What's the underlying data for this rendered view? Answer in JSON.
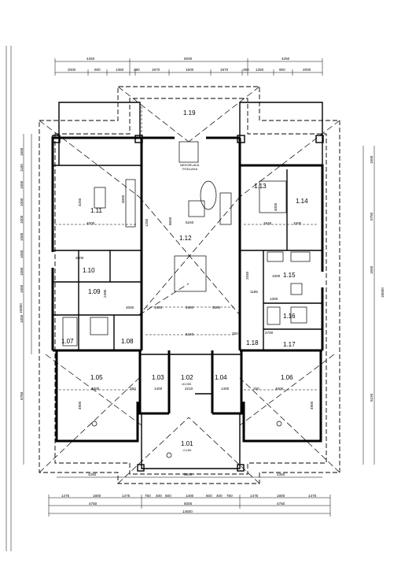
{
  "rooms": {
    "r1_19": "1.19",
    "r1_11": "1.11",
    "r1_12": "1.12",
    "r1_13": "1.13",
    "r1_14": "1.14",
    "r1_10": "1.10",
    "r1_09": "1.09",
    "r1_15": "1.15",
    "r1_16": "1.16",
    "r1_07": "1.07",
    "r1_08": "1.08",
    "r1_18": "1.18",
    "r1_17": "1.17",
    "r1_05": "1.05",
    "r1_03": "1.03",
    "r1_02": "1.02",
    "r1_02_level": "±0,000",
    "r1_04": "1.04",
    "r1_06": "1.06",
    "r1_01": "1.01",
    "r1_01_level": "-0,150"
  },
  "note": {
    "line1": "NEHORLAVÁ",
    "line2": "PODLAHA"
  },
  "dims_top": {
    "overall_a": "4250",
    "overall_b": "6000",
    "overall_c": "4250",
    "s1": "2000",
    "s2": "900",
    "s3": "1350",
    "s4": "380",
    "s5": "1870",
    "s6": "1500",
    "s7": "1870",
    "s8": "380",
    "s9": "1350",
    "s10": "900",
    "s11": "2000"
  },
  "dims_bottom": {
    "b1": "1475",
    "b2": "1800",
    "b3": "1475",
    "b4": "750",
    "b5": "400",
    "b6": "600",
    "b7": "1400",
    "b8": "600",
    "b9": "400",
    "b10": "750",
    "b11": "1475",
    "b12": "1800",
    "b13": "1475",
    "c1": "4750",
    "c2": "5000",
    "c3": "4750",
    "c4": "4250",
    "c5": "5000",
    "c6": "4350",
    "total": "14500"
  },
  "dims_left": {
    "l1": "1500",
    "l2": "1100",
    "l3": "1000",
    "l4": "1000",
    "l5": "1000",
    "l6": "1000",
    "l7": "1000",
    "l8": "1000",
    "l9": "1000",
    "l10": "1000",
    "total": "15000",
    "w1": "5750"
  },
  "dims_right": {
    "r1": "1500",
    "r2": "5750",
    "r3": "1500",
    "r4": "5150",
    "total": "16500"
  },
  "inner": {
    "i1": "4250",
    "i2": "4000",
    "i3": "3000",
    "i4": "5240",
    "i5": "8000",
    "i6": "4000",
    "i7": "2645",
    "i8": "1500",
    "i9": "2000",
    "i10": "2040",
    "i11": "2495",
    "i12": "1500",
    "i13": "2900",
    "i14": "3500",
    "i15": "5240",
    "i16": "4000",
    "i17": "4000",
    "i18": "2210",
    "i19": "1400",
    "i20": "1400",
    "i21": "2700",
    "i22": "1185",
    "i23": "4900",
    "i24": "4900",
    "i25": "1000",
    "i26": "1300",
    "i27": "250",
    "i28": "250",
    "i29": "1250",
    "i30": "2000",
    "i31": "250"
  }
}
